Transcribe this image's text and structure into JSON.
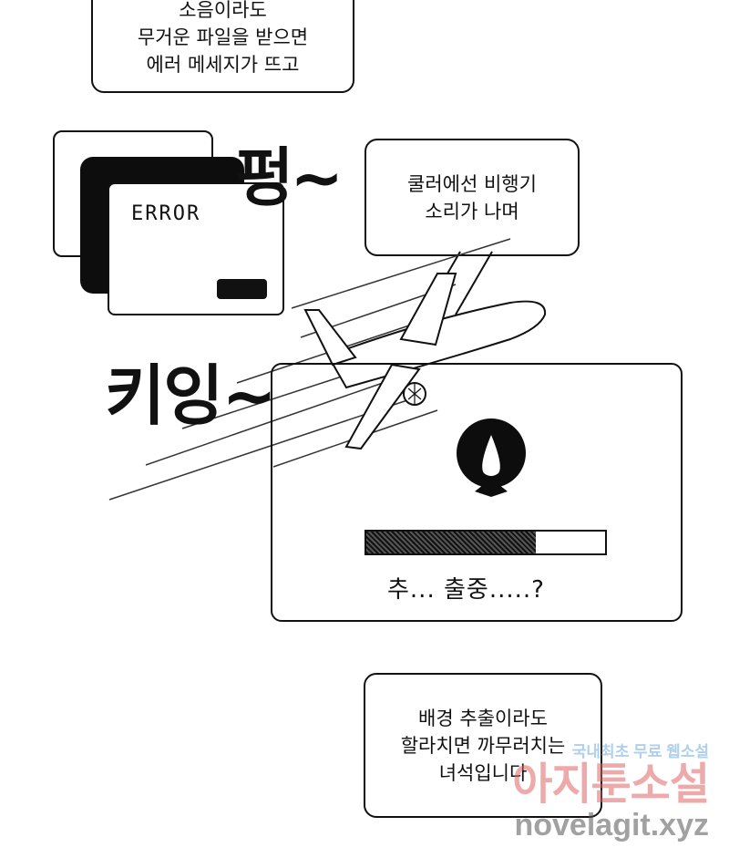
{
  "bubbles": {
    "top": [
      "소음이라도",
      "무거운 파일을 받으면",
      "에러 메세지가 뜨고"
    ],
    "cooler": [
      "쿨러에선 비행기",
      "소리가 나며"
    ],
    "bottom": [
      "배경 추출이라도",
      "할라치면 까무러치는",
      "녀석입니다"
    ]
  },
  "error_window": {
    "text": "ERROR"
  },
  "sfx": {
    "pung": "펑~",
    "kiing": "키잉~"
  },
  "progress": {
    "caption": "추... 출중.....?",
    "fraction": 0.71
  },
  "watermark": {
    "line1": "국내최초 무료 웹소설",
    "line2": "아지툰소설",
    "line3": "novelagit.xyz",
    "accent": "#6fa8dc",
    "brand": "#e06666"
  }
}
